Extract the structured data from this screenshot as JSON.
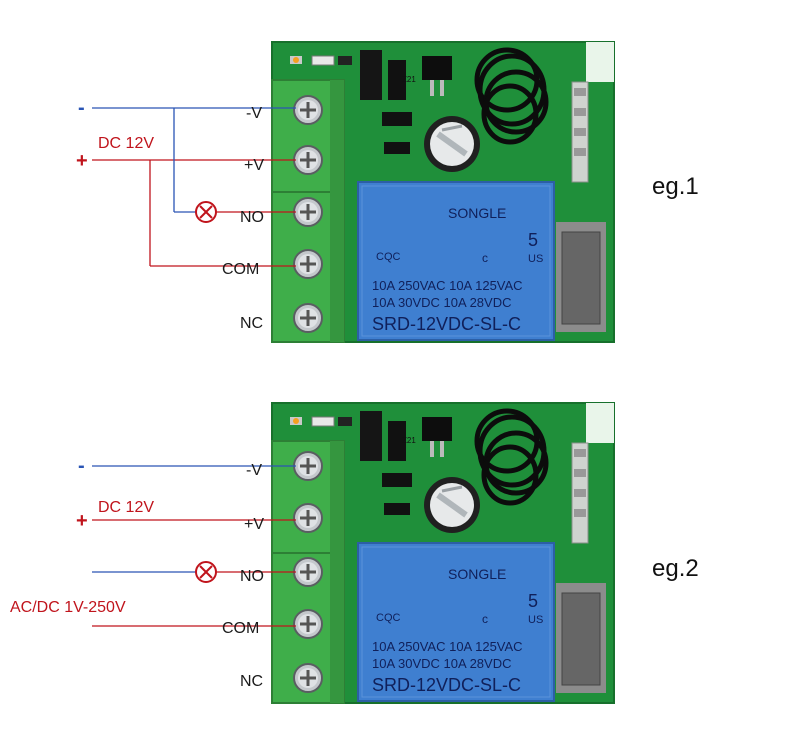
{
  "colors": {
    "pcb_green": "#1f8f3a",
    "terminal_green": "#3fae4a",
    "relay_blue": "#3f7fd0",
    "wire_blue": "#2a55b5",
    "wire_red": "#c0141c"
  },
  "relay": {
    "brand": "SONGLE",
    "cert_left": "CQC",
    "cert_num": "5",
    "cert_c": "c",
    "cert_us": "US",
    "rating_1": "10A  250VAC   10A  125VAC",
    "rating_2": "10A   30VDC   10A   28VDC",
    "model": "SRD-12VDC-SL-C"
  },
  "pcb": {
    "part": "Z21"
  },
  "examples": [
    {
      "label": "eg.1",
      "terminals": [
        "-V",
        "+V",
        "NO",
        "COM",
        "NC"
      ],
      "minus": "-",
      "plus": "+",
      "source": "DC 12V"
    },
    {
      "label": "eg.2",
      "terminals": [
        "-V",
        "+V",
        "NO",
        "COM",
        "NC"
      ],
      "minus": "-",
      "plus": "+",
      "source": "DC 12V",
      "source2": "AC/DC 1V-250V"
    }
  ],
  "icons": {
    "load": "lamp-x-icon",
    "screw": "screw-terminal-icon"
  }
}
